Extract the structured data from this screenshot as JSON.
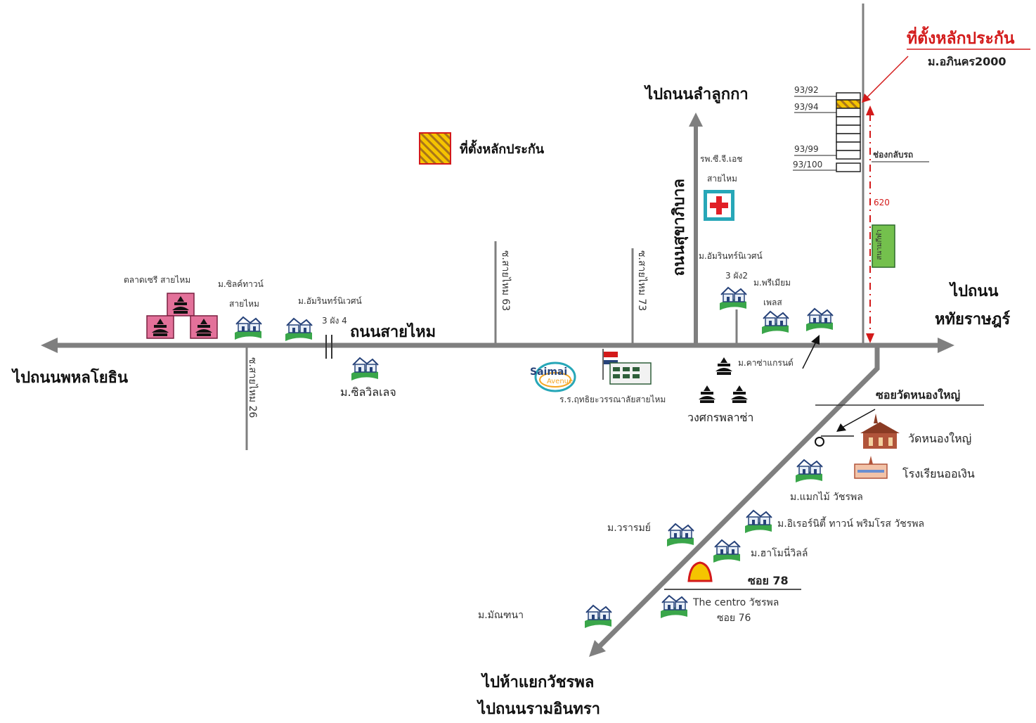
{
  "map": {
    "legend": {
      "label": "ที่ตั้งหลักประกัน",
      "colors": {
        "fill": "#f5c400",
        "stripe": "#a8741a",
        "border": "#d31a1a"
      }
    },
    "target": {
      "title": "ที่ตั้งหลักประกัน",
      "subtitle": "ม.อภินคร2000"
    },
    "destinations": {
      "west": "ไปถนนพหลโยธิน",
      "north": "ไปถนนลำลูกกา",
      "east_line1": "ไปถนน",
      "east_line2": "หทัยราษฎร์",
      "south_line1": "ไปห้าแยกวัชรพล",
      "south_line2": "ไปถนนรามอินทรา"
    },
    "roads": {
      "main": "ถนนสายไหม",
      "north_vertical": "ถนนสุขาภิบาล",
      "soi26": "ซ.สายไหม 26",
      "soi63": "ซ.สายไหม 63",
      "soi73": "ซ.สายไหม 73",
      "soi78": "ซอย 78",
      "soi_wat": "ซอยวัดหนองใหญ่",
      "route620": "620",
      "uturn": "ช่องกลับรถ"
    },
    "plots": [
      "93/92",
      "93/94",
      "93/99",
      "93/100"
    ],
    "places": {
      "market": "ตลาดเซรี สายไหม",
      "silk_town_1": "ม.ซิลค์ทาวน์",
      "silk_town_2": "สายไหม",
      "amarin_west": "ม.อัมรินทร์นิเวศน์",
      "phase4": "3 ผัง 4",
      "silk_village": "ม.ซิลวิลเลจ",
      "saimai_avenue_1": "Saimai",
      "saimai_avenue_2": "Avenue",
      "school_saimai": "ร.ร.ฤทธิยะวรรณาลัยสายไหม",
      "hospital_1": "รพ.ซี.จี.เอช",
      "hospital_2": "สายไหม",
      "amarin_east": "ม.อัมรินทร์นิเวศน์",
      "phase42": "3 ผัง2",
      "premium_1": "ม.พรีเมียม",
      "premium_2": "เพลส",
      "casa_grand": "ม.คาซ่าแกรนด์",
      "wongsakorn": "วงศกรพลาซ่า",
      "wat": "วัดหนองใหญ่",
      "school_east": "โรงเรียนออเงิน",
      "makmai": "ม.แมกไม้ วัชรพล",
      "varamay": "ม.วรารมย์",
      "iris": "ม.อิเรอร์นิตี้ ทาวน์ พริมโรส วัชรพล",
      "harmony": "ม.ฮาโมนี่วิลล์",
      "centro_1": "The centro วัชรพล",
      "centro_2": "ซอย 76",
      "montana": "ม.มัณฑนา",
      "park": "สนามกีฬา"
    },
    "colors": {
      "road": "#7f7f7f",
      "route_red": "#d31a1a",
      "house_green": "#3aa64a",
      "house_blue": "#27437a",
      "pink": "#e3719a",
      "hospital": "#27a7b8"
    }
  }
}
